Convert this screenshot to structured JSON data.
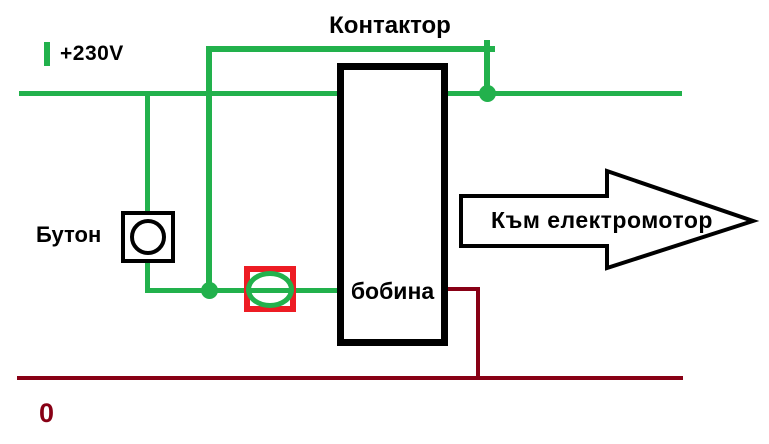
{
  "diagram": {
    "title": "Контактор",
    "power": {
      "positive_label": "+230V",
      "neutral_label": "0"
    },
    "button": {
      "label": "Бутон"
    },
    "contactor": {
      "coil_label": "бобина"
    },
    "output_arrow": {
      "label": "Към електромотор"
    },
    "colors": {
      "live_wire": "#22b14c",
      "neutral_wire": "#880015",
      "highlight_box": "#ed1c24",
      "outline": "#000000"
    }
  }
}
